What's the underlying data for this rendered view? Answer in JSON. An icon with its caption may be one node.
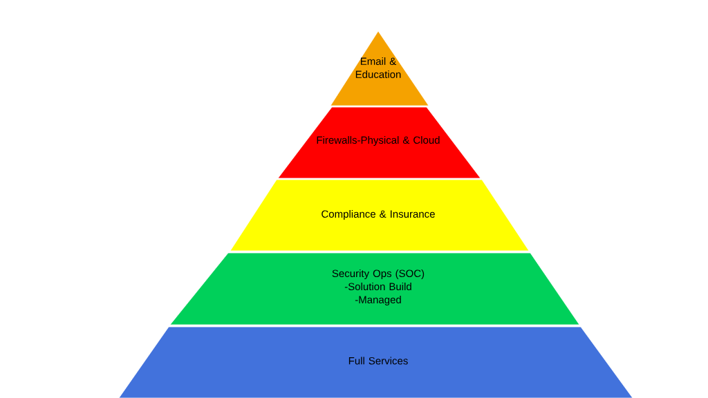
{
  "diagram": {
    "nodes": [
      {
        "text": [
          "Email & Education"
        ]
      },
      {
        "text": [
          "Firewalls-Physical & Cloud"
        ]
      },
      {
        "text": [
          "Compliance & Insurance"
        ]
      },
      {
        "text": [
          "Security Ops (SOC)",
          "-Solution Build",
          "-Managed"
        ]
      },
      {
        "text": [
          "Full Services"
        ]
      }
    ]
  }
}
